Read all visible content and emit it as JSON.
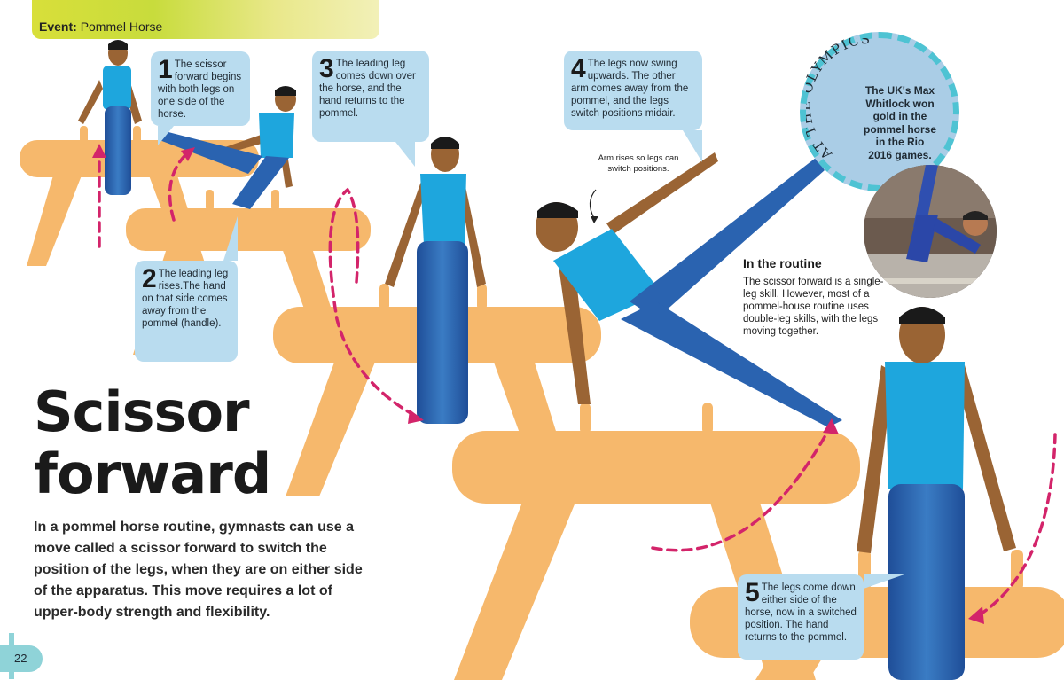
{
  "event": {
    "label": "Event:",
    "value": "Pommel Horse"
  },
  "steps": [
    {
      "num": "1",
      "text": "The scissor forward begins with both legs on one side of the horse."
    },
    {
      "num": "2",
      "text": "The leading leg rises.The hand on that side comes away from the pommel (handle)."
    },
    {
      "num": "3",
      "text": "The leading leg comes down over the horse, and the hand returns to the pommel."
    },
    {
      "num": "4",
      "text": "The legs now swing upwards. The other arm comes away from the pommel, and the legs switch positions midair."
    },
    {
      "num": "5",
      "text": "The legs come down either side of the horse, now in a switched position. The hand returns to the pommel."
    }
  ],
  "annotation": "Arm rises so legs can switch positions.",
  "olympics": {
    "ring_text": "AT THE OLYMPICS",
    "text": "The UK's Max Whitlock won gold in the pommel horse in the Rio 2016 games."
  },
  "routine": {
    "heading": "In the routine",
    "text": "The scissor forward is a single-leg skill. However, most of a pommel-house routine uses double-leg skills, with the legs moving together."
  },
  "title": {
    "line1": "Scissor",
    "line2": "forward"
  },
  "intro": "In a pommel horse routine, gymnasts can use a move called a scissor forward to switch the position of the legs, when they are on either side of the apparatus. This move requires a lot of upper-body strength and flexibility.",
  "page_number": "22",
  "colors": {
    "horse": "#f6b86c",
    "callout": "#b9dcef",
    "arrow": "#d3246a",
    "vest": "#1ea6dd",
    "trousers": "#2a63b0",
    "skin": "#9a6434",
    "badge_ring": "#4ec3d3"
  }
}
